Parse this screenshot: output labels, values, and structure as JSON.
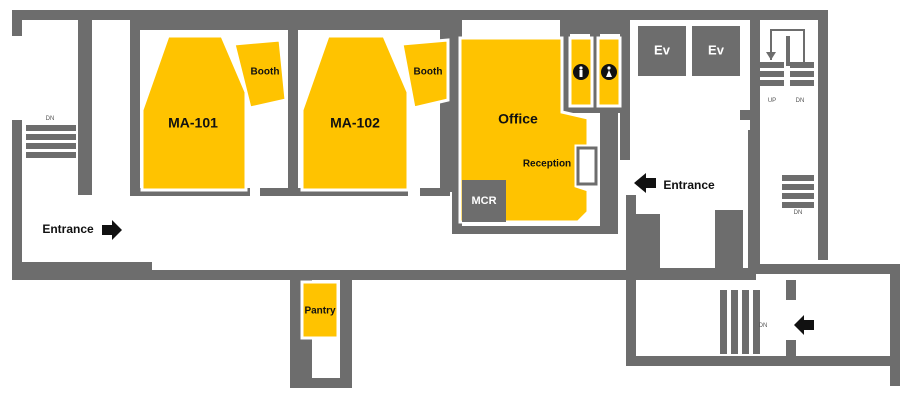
{
  "rooms": {
    "ma101": "MA-101",
    "ma102": "MA-102",
    "booth1": "Booth",
    "booth2": "Booth",
    "office": "Office",
    "reception": "Reception",
    "mcr": "MCR",
    "pantry": "Pantry"
  },
  "elevators": {
    "ev1": "Ev",
    "ev2": "Ev"
  },
  "entrances": {
    "west": "Entrance",
    "east": "Entrance"
  },
  "stairs": {
    "west_dn": "DN",
    "ne_up": "UP",
    "ne_dn": "DN",
    "east_dn": "DN",
    "south_dn": "DN"
  },
  "colors": {
    "room": "#ffc300",
    "wall": "#6d6d6d",
    "arrow": "#111111"
  },
  "icons": {
    "restroom_a": "toilet-icon",
    "restroom_b": "toilet-icon",
    "arrows": "arrow-icon"
  }
}
